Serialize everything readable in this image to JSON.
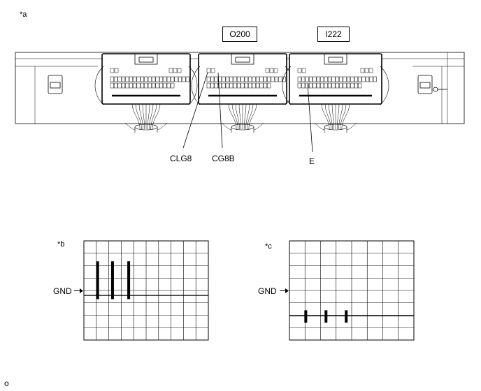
{
  "figure_labels": {
    "a": "*a",
    "b": "*b",
    "c": "*c"
  },
  "connectors": {
    "left": "O200",
    "right": "I222"
  },
  "pins": {
    "left_connector": [
      "CLG8",
      "CG8B"
    ],
    "right_connector": [
      "E"
    ]
  },
  "scope": {
    "gnd_label": "GND"
  },
  "footer_mark": "o",
  "chart_data": [
    {
      "type": "line",
      "title": "*b",
      "reference_label": "GND",
      "grid": true,
      "grid_divisions": {
        "x": 10,
        "y": 8
      },
      "baseline_division_from_top": 4.4,
      "pulses": [
        {
          "position_div": 1.1,
          "top_div": 1.65,
          "bottom_div": 4.7
        },
        {
          "position_div": 2.3,
          "top_div": 1.65,
          "bottom_div": 4.7
        },
        {
          "position_div": 3.6,
          "top_div": 1.65,
          "bottom_div": 4.7
        }
      ]
    },
    {
      "type": "line",
      "title": "*c",
      "reference_label": "GND",
      "grid": true,
      "grid_divisions": {
        "x": 8,
        "y": 8
      },
      "baseline_division_from_top": 6.05,
      "pulses": [
        {
          "position_div": 1.05,
          "top_div": 5.6,
          "bottom_div": 6.6
        },
        {
          "position_div": 2.35,
          "top_div": 5.6,
          "bottom_div": 6.6
        },
        {
          "position_div": 3.65,
          "top_div": 5.6,
          "bottom_div": 6.6
        }
      ]
    }
  ]
}
